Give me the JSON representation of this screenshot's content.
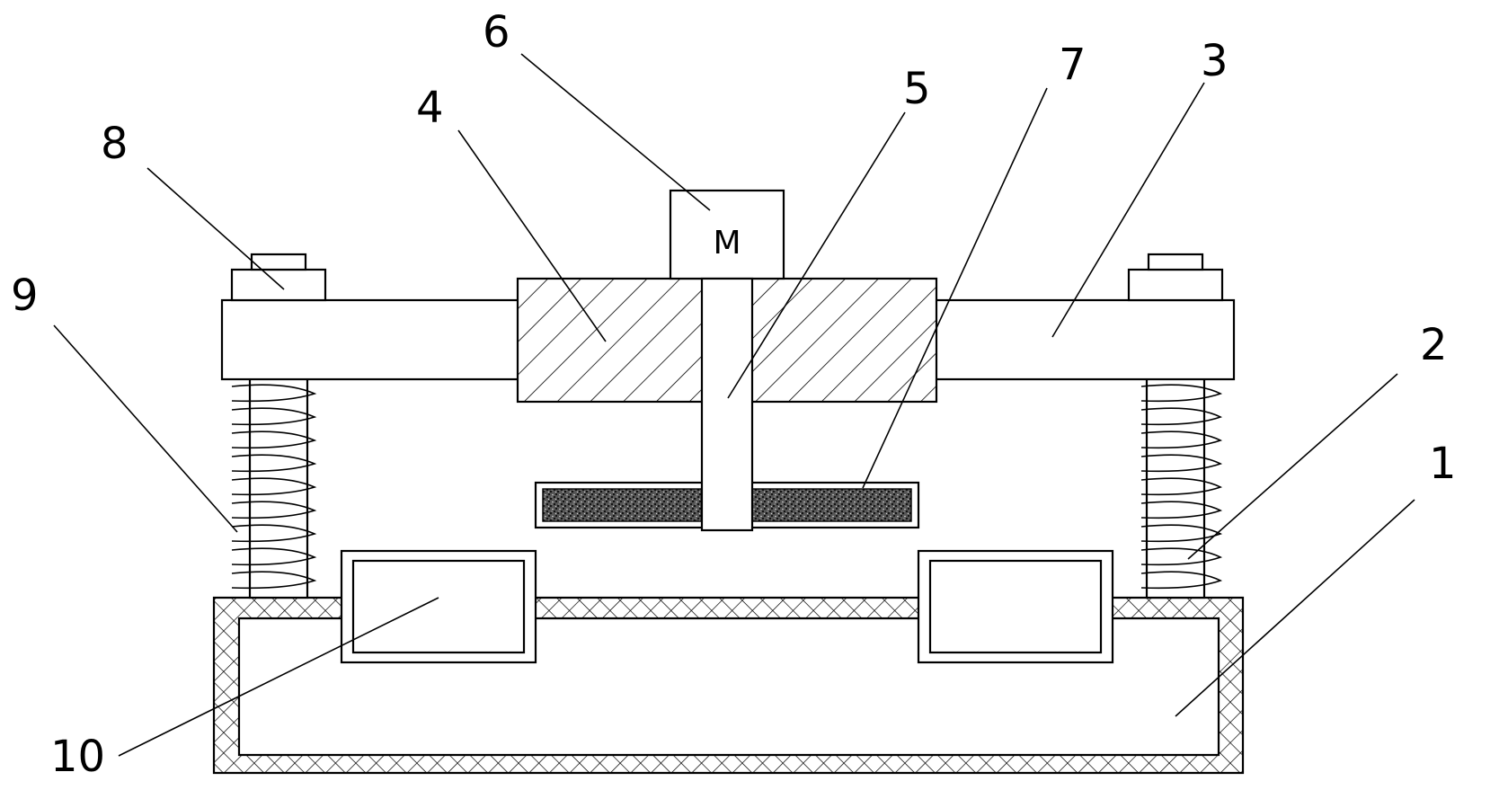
{
  "motor_label": "M",
  "parts": [
    {
      "id": "1"
    },
    {
      "id": "2"
    },
    {
      "id": "3"
    },
    {
      "id": "4"
    },
    {
      "id": "5"
    },
    {
      "id": "6"
    },
    {
      "id": "7"
    },
    {
      "id": "8"
    },
    {
      "id": "9"
    },
    {
      "id": "10"
    }
  ]
}
